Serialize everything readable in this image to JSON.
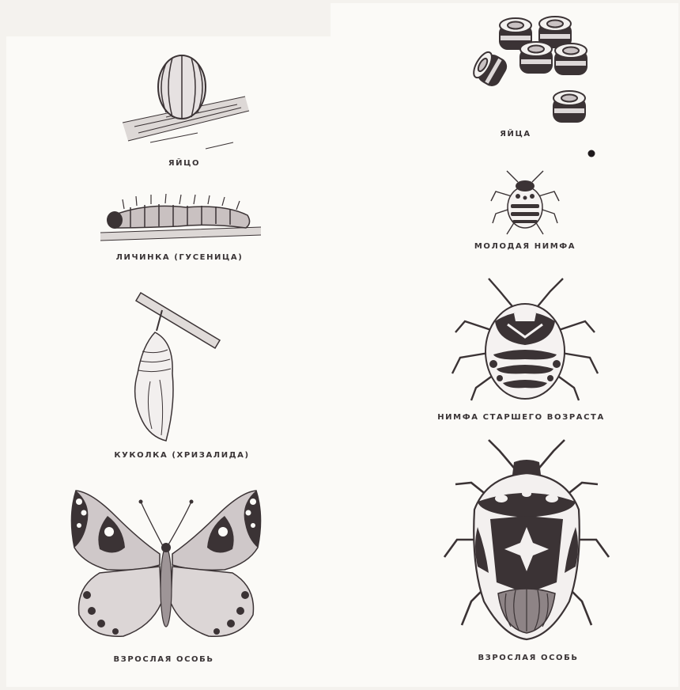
{
  "columns": [
    {
      "id": "butterfly",
      "stages": [
        {
          "key": "egg",
          "label": "ЯЙЦО"
        },
        {
          "key": "larva",
          "label": "ЛИЧИНКА (ГУСЕНИЦА)"
        },
        {
          "key": "pupa",
          "label": "КУКОЛКА (ХРИЗАЛИДА)"
        },
        {
          "key": "adult",
          "label": "ВЗРОСЛАЯ ОСОБЬ"
        }
      ]
    },
    {
      "id": "bug",
      "stages": [
        {
          "key": "eggs",
          "label": "ЯЙЦА"
        },
        {
          "key": "young_nymph",
          "label": "МОЛОДАЯ НИМФА"
        },
        {
          "key": "older_nymph",
          "label": "НИМФА СТАРШЕГО ВОЗРАСТА"
        },
        {
          "key": "adult",
          "label": "ВЗРОСЛАЯ ОСОБЬ"
        }
      ]
    }
  ],
  "colors": {
    "ink": "#3b3335",
    "paper": "#fbfaf7",
    "background": "#f4f2ee"
  }
}
